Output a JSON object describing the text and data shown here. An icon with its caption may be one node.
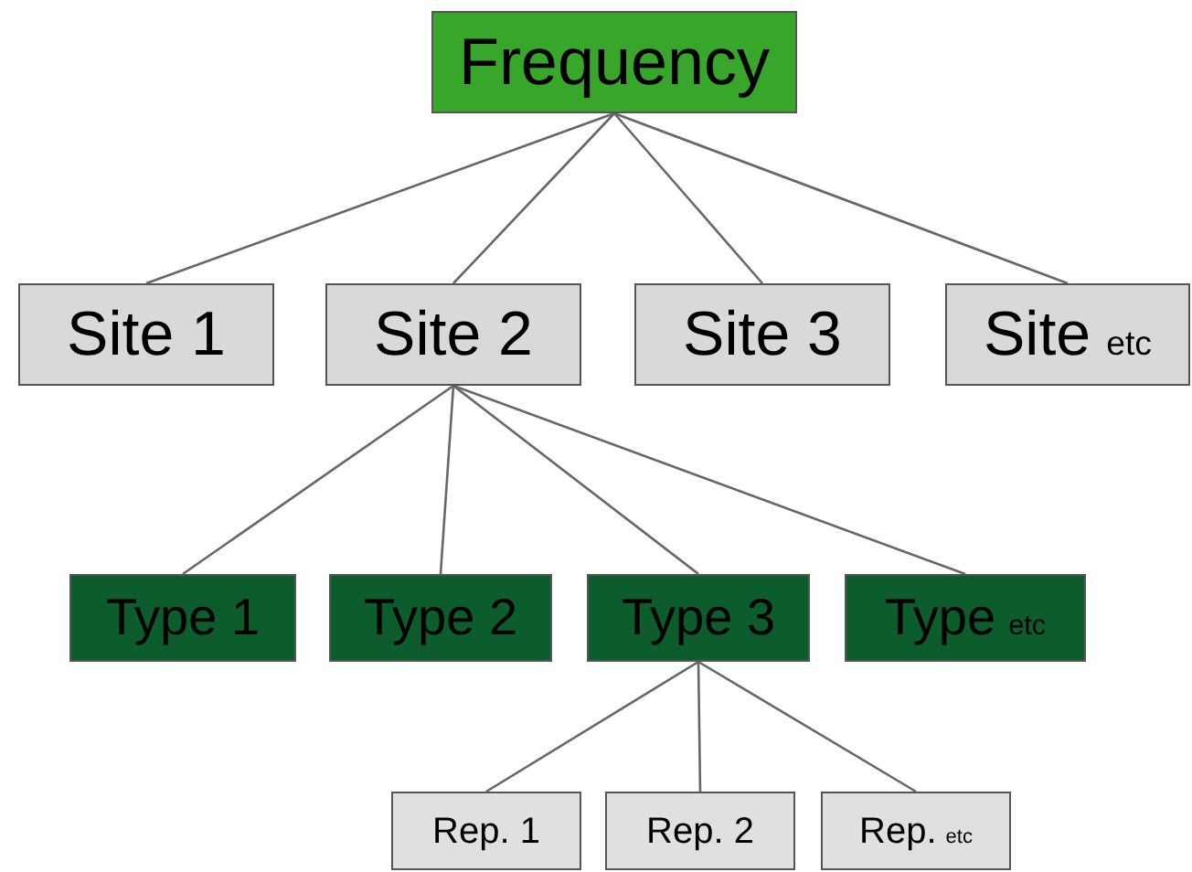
{
  "diagram": {
    "nodes": [
      {
        "text": [
          "Frequency"
        ]
      },
      {
        "text": [
          "Site 1"
        ]
      },
      {
        "text": [
          "Site 2"
        ]
      },
      {
        "text": [
          "Site 3"
        ]
      },
      {
        "text": [
          "Site",
          "etc"
        ]
      },
      {
        "text": [
          "Type 1"
        ]
      },
      {
        "text": [
          "Type 2"
        ]
      },
      {
        "text": [
          "Type 3"
        ]
      },
      {
        "text": [
          "Type",
          "etc"
        ]
      },
      {
        "text": [
          "Rep. 1"
        ]
      },
      {
        "text": [
          "Rep. 2"
        ]
      },
      {
        "text": [
          "Rep.",
          "etc"
        ]
      }
    ],
    "edges": [
      {
        "from": 0,
        "to": 1,
        "arrow": "none"
      },
      {
        "from": 0,
        "to": 2,
        "arrow": "none"
      },
      {
        "from": 0,
        "to": 3,
        "arrow": "none"
      },
      {
        "from": 0,
        "to": 4,
        "arrow": "none"
      },
      {
        "from": 2,
        "to": 5,
        "arrow": "none"
      },
      {
        "from": 2,
        "to": 6,
        "arrow": "none"
      },
      {
        "from": 2,
        "to": 7,
        "arrow": "none"
      },
      {
        "from": 2,
        "to": 8,
        "arrow": "none"
      },
      {
        "from": 7,
        "to": 9,
        "arrow": "none"
      },
      {
        "from": 7,
        "to": 10,
        "arrow": "none"
      },
      {
        "from": 7,
        "to": 11,
        "arrow": "none"
      }
    ]
  }
}
